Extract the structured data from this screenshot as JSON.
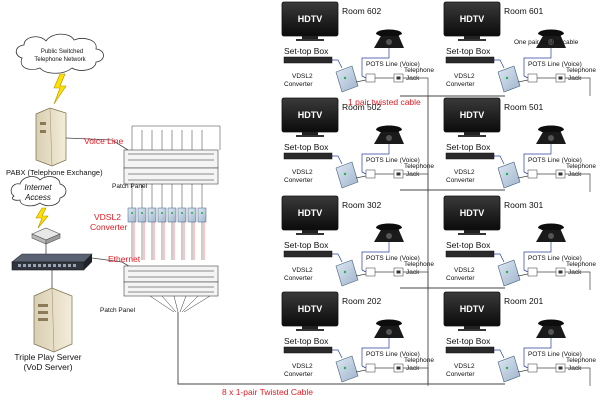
{
  "left": {
    "pstn": [
      "Public Switched",
      "Telephone Network"
    ],
    "pabx": "PABX (Telephone Exchange)",
    "internet": [
      "Internet",
      "Access"
    ],
    "voice_line": "Voice Line",
    "patch_panel_top": "Patch Panel",
    "vdsl2_converter": [
      "VDSL2",
      "Converter"
    ],
    "ethernet": "Ethernet",
    "patch_panel_bottom": "Patch Panel",
    "server": [
      "Triple Play Server",
      "(VoD Server)"
    ]
  },
  "center": {
    "one_pair": "1 pair twisted cable",
    "eight_pair": "8 x 1-pair Twisted Cable"
  },
  "common": {
    "hdtv": "HDTV",
    "stb": "Set-top Box",
    "pots": "POTS Line (Voice)",
    "vdsl2": "VDSL2",
    "converter": "Converter",
    "telephone": "Telephone",
    "jack": "Jack",
    "room_prefix": "Room"
  },
  "rooms": [
    {
      "number": "602",
      "col": "left"
    },
    {
      "number": "601",
      "col": "right",
      "note": "One pair twisted cable"
    },
    {
      "number": "502",
      "col": "left"
    },
    {
      "number": "501",
      "col": "right"
    },
    {
      "number": "302",
      "col": "left"
    },
    {
      "number": "301",
      "col": "right"
    },
    {
      "number": "202",
      "col": "left"
    },
    {
      "number": "201",
      "col": "right"
    }
  ]
}
